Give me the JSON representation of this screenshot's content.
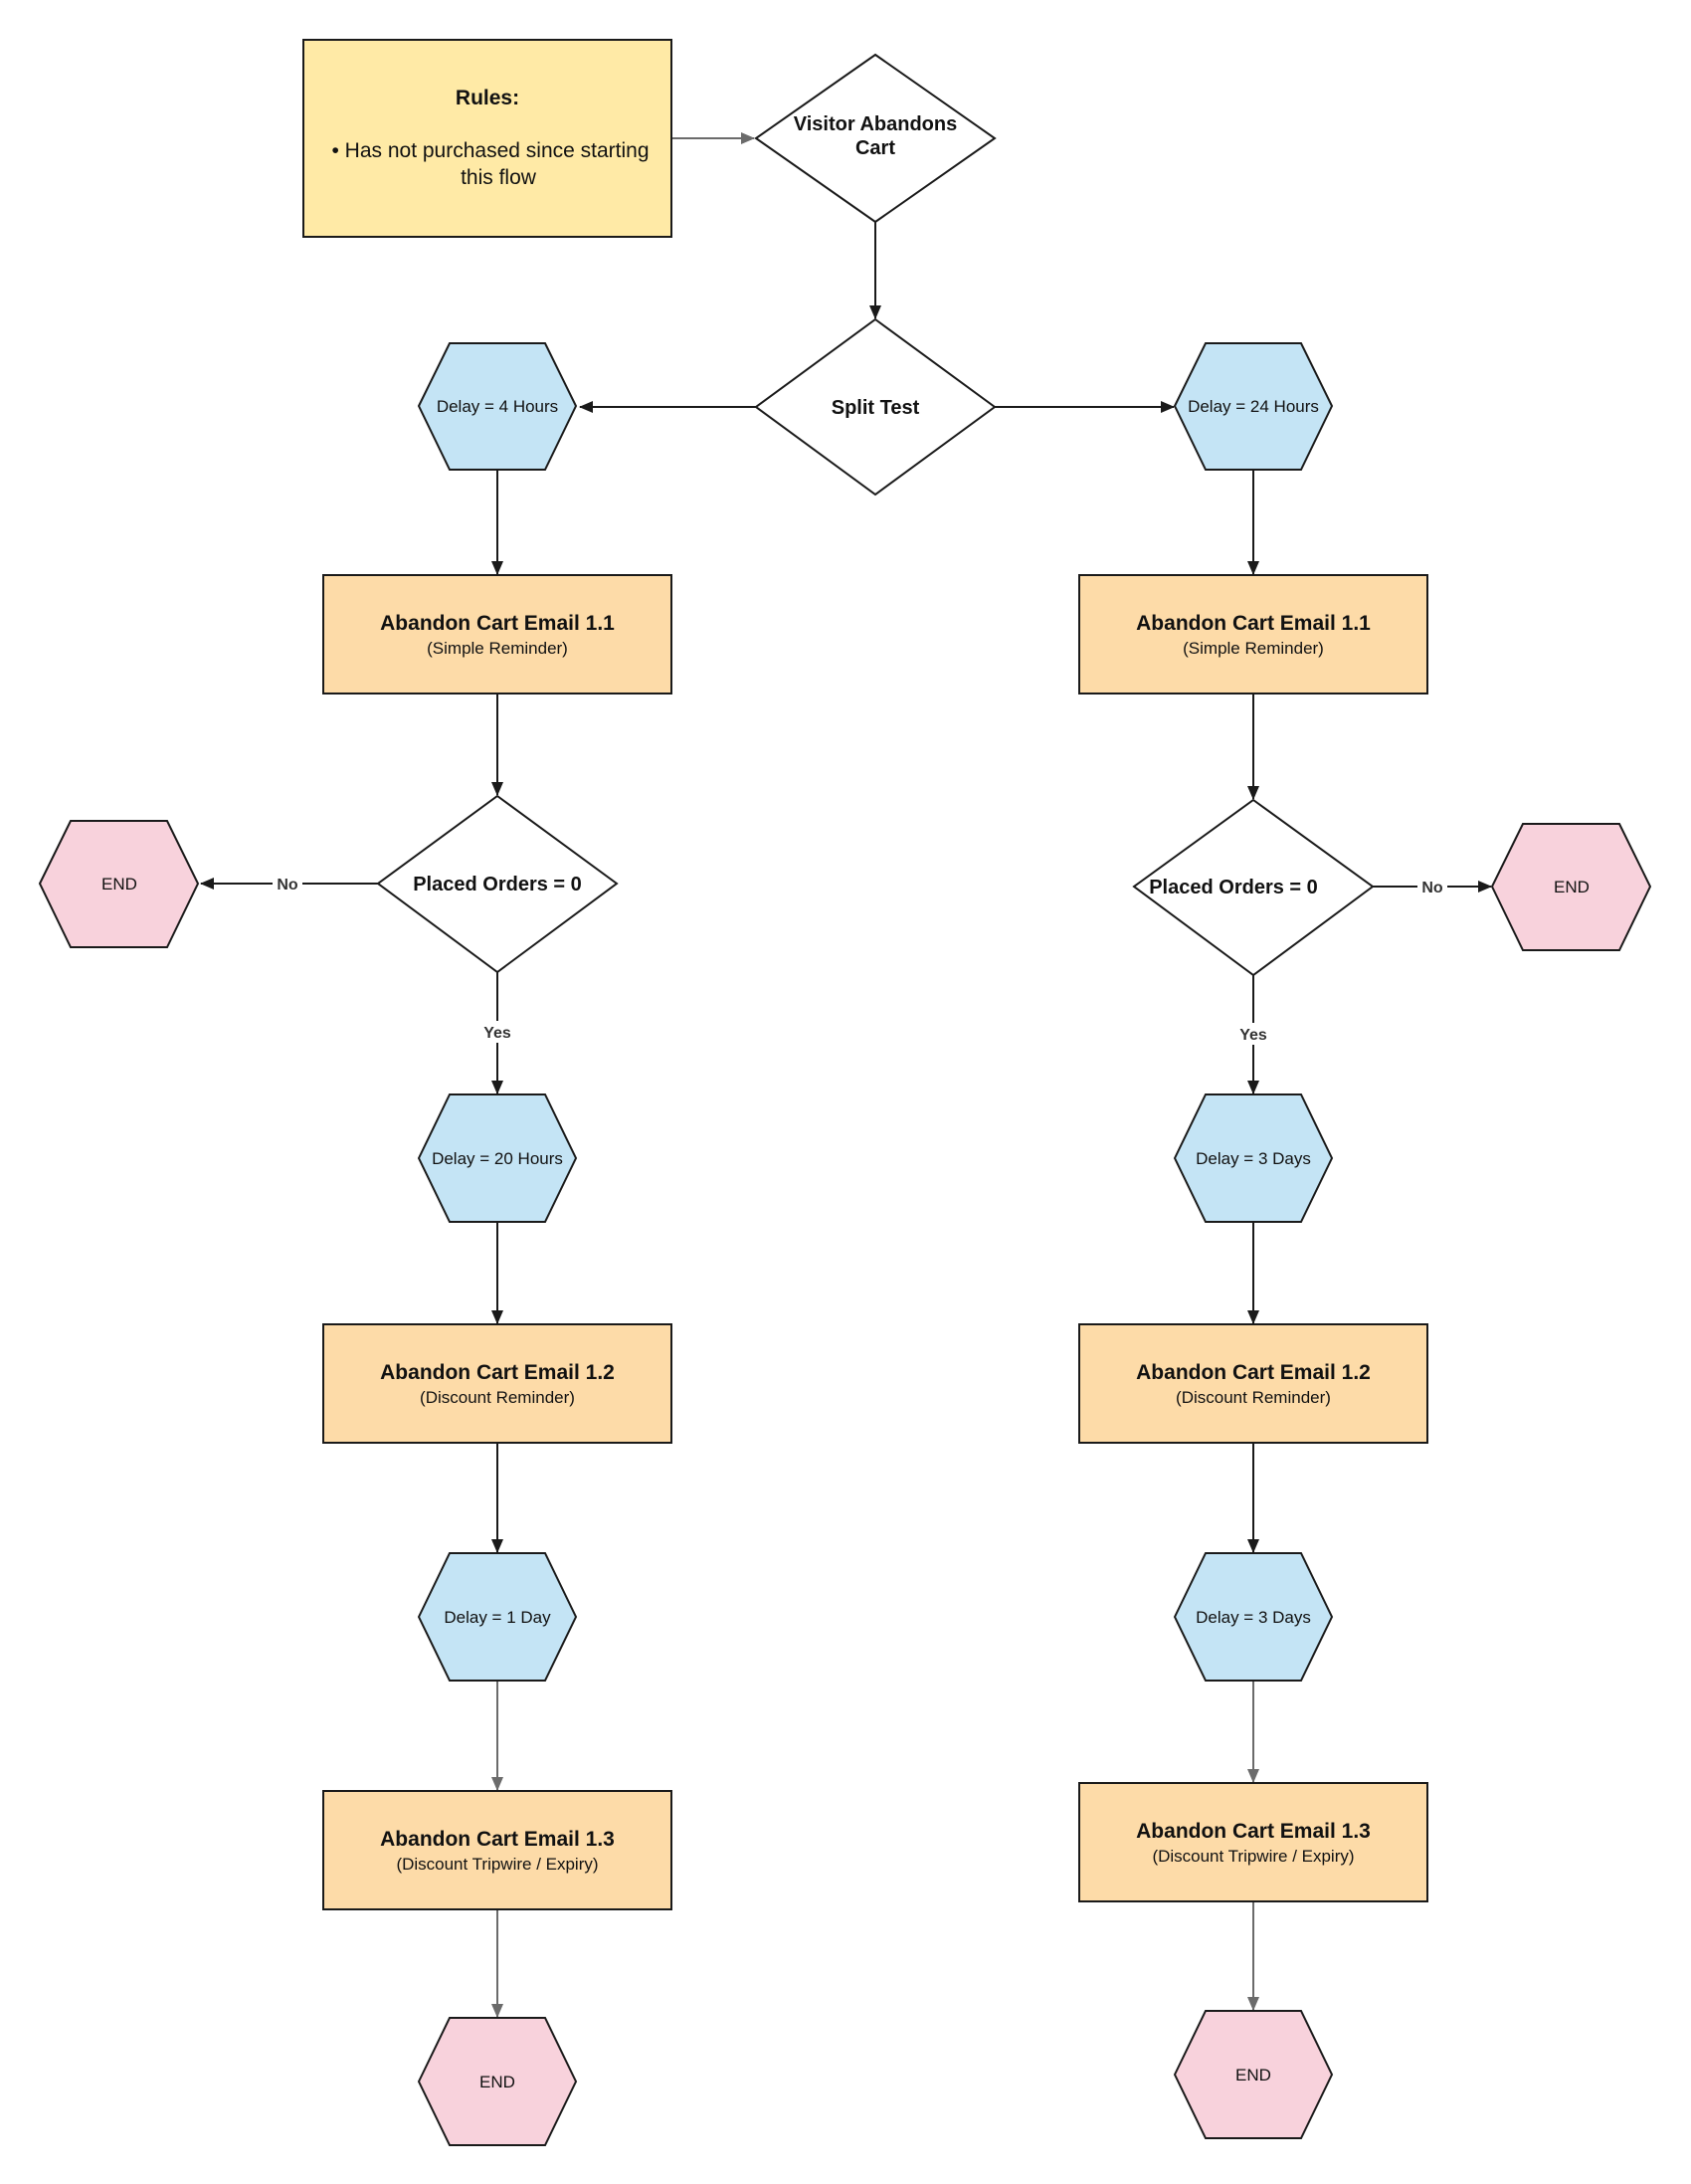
{
  "colors": {
    "rules_fill": "#FFEAA6",
    "email_fill": "#FDDBA8",
    "delay_fill": "#C4E4F5",
    "end_fill": "#F8D2DC",
    "stroke": "#1a1a1a",
    "gray_edge": "#6b6b6b"
  },
  "rules": {
    "title": "Rules:",
    "line1": "• Has not purchased since starting",
    "line2": "this flow"
  },
  "start": {
    "line1": "Visitor Abandons",
    "line2": "Cart"
  },
  "split": {
    "label": "Split Test"
  },
  "left": {
    "delay1": "Delay = 4 Hours",
    "email1": {
      "title": "Abandon Cart Email 1.1",
      "subtitle": "(Simple Reminder)"
    },
    "decision": "Placed Orders = 0",
    "no_label": "No",
    "yes_label": "Yes",
    "end_no": "END",
    "delay2": "Delay = 20 Hours",
    "email2": {
      "title": "Abandon Cart Email 1.2",
      "subtitle": "(Discount Reminder)"
    },
    "delay3": "Delay = 1 Day",
    "email3": {
      "title": "Abandon Cart Email 1.3",
      "subtitle": "(Discount Tripwire / Expiry)"
    },
    "end": "END"
  },
  "right": {
    "delay1": "Delay = 24 Hours",
    "email1": {
      "title": "Abandon Cart Email 1.1",
      "subtitle": "(Simple Reminder)"
    },
    "decision": "Placed Orders = 0",
    "no_label": "No",
    "yes_label": "Yes",
    "end_no": "END",
    "delay2": "Delay = 3 Days",
    "email2": {
      "title": "Abandon Cart Email 1.2",
      "subtitle": "(Discount Reminder)"
    },
    "delay3": "Delay = 3 Days",
    "email3": {
      "title": "Abandon Cart Email 1.3",
      "subtitle": "(Discount Tripwire / Expiry)"
    },
    "end": "END"
  }
}
